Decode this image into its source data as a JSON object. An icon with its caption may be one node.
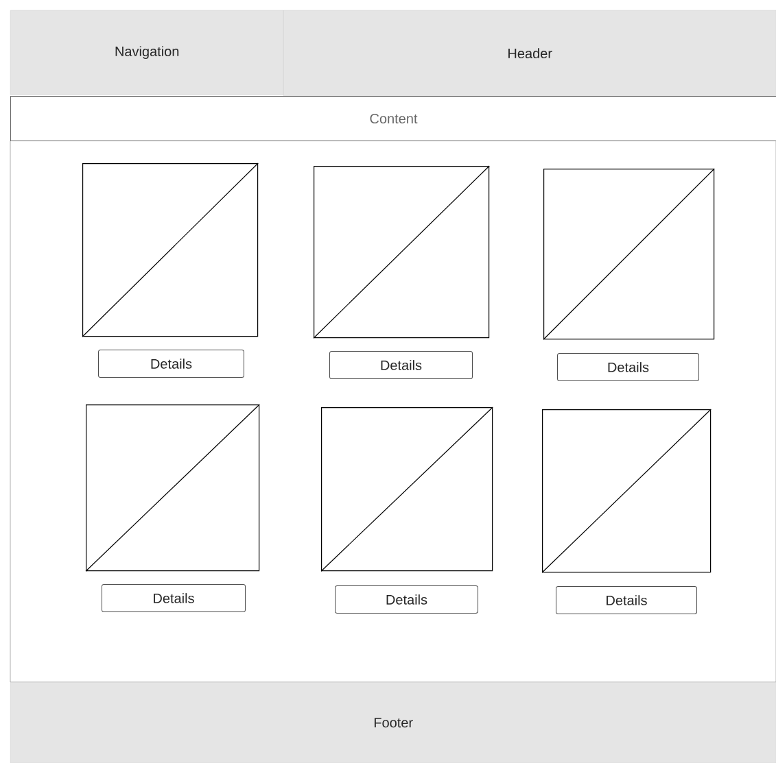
{
  "diagram": {
    "nodes": [
      {
        "text": [
          "Navigation"
        ]
      },
      {
        "text": [
          "Header"
        ]
      },
      {
        "text": [
          "Content"
        ]
      },
      {
        "text": [],
        "shape": "box"
      },
      {
        "text": [],
        "shape": "box"
      },
      {
        "text": [],
        "shape": "box"
      },
      {
        "text": [
          "Details"
        ]
      },
      {
        "text": [
          "Details"
        ]
      },
      {
        "text": [
          "Details"
        ]
      },
      {
        "text": [],
        "shape": "box"
      },
      {
        "text": [],
        "shape": "box"
      },
      {
        "text": [],
        "shape": "box"
      },
      {
        "text": [
          "Details"
        ]
      },
      {
        "text": [
          "Details"
        ]
      },
      {
        "text": [
          "Details"
        ]
      },
      {
        "text": [
          "Footer"
        ]
      }
    ]
  }
}
